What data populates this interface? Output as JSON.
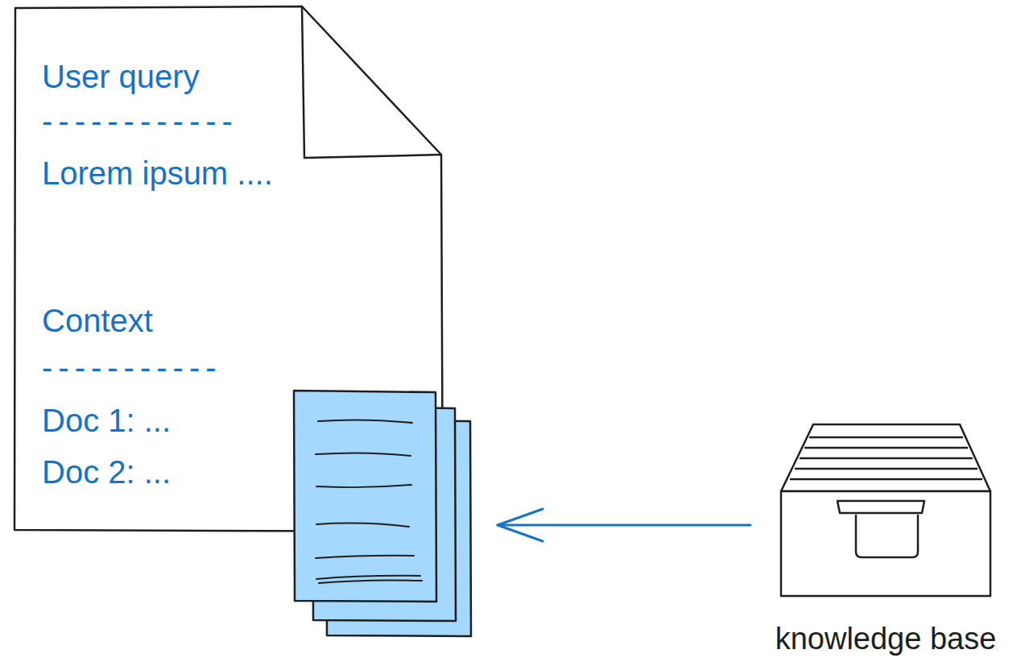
{
  "diagram": {
    "nodes": [
      {
        "text": [
          "User query",
          "------------",
          "Lorem ipsum ....",
          "Context",
          "-----------",
          "Doc 1: ...",
          "Doc 2: ..."
        ]
      },
      {
        "text": [
          "knowledge base"
        ]
      }
    ],
    "edges": [
      {
        "from": 1,
        "to": 0,
        "arrow": "to"
      }
    ]
  }
}
